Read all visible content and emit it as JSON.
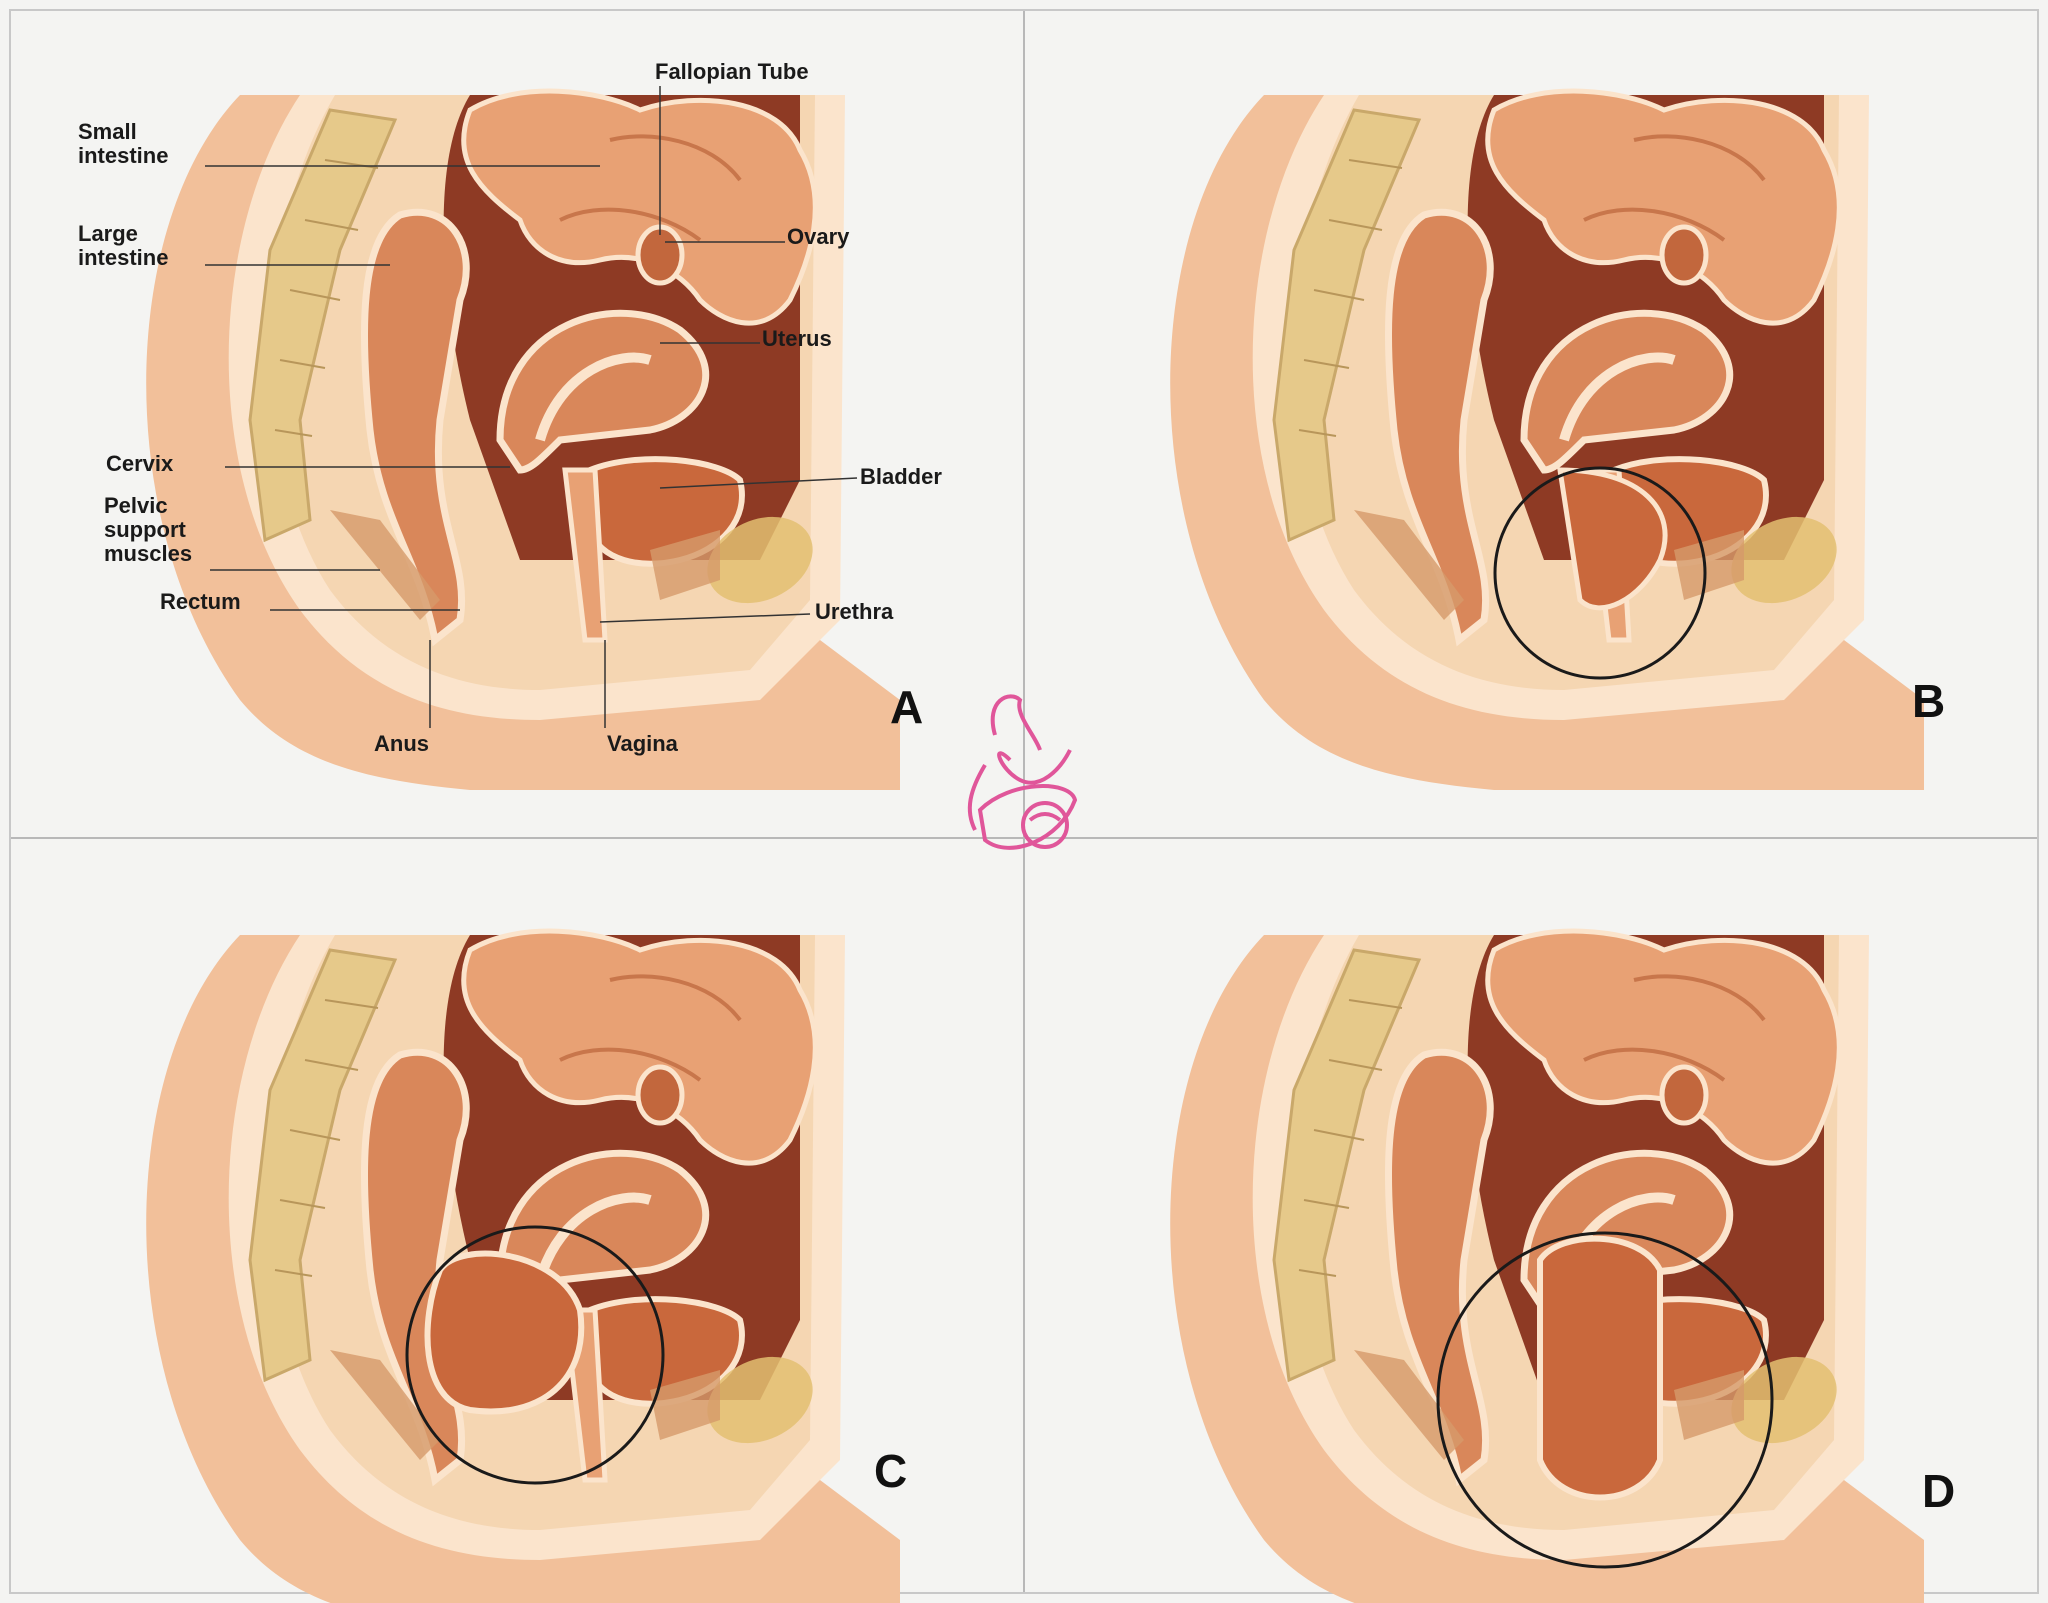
{
  "labels": {
    "small_intestine": [
      "Small",
      "intestine"
    ],
    "large_intestine": [
      "Large",
      "intestine"
    ],
    "cervix": "Cervix",
    "pelvic_support_muscles": [
      "Pelvic",
      "support",
      "muscles"
    ],
    "rectum": "Rectum",
    "anus": "Anus",
    "vagina": "Vagina",
    "fallopian_tube": "Fallopian Tube",
    "ovary": "Ovary",
    "uterus": "Uterus",
    "bladder": "Bladder",
    "urethra": "Urethra"
  },
  "panels": [
    "A",
    "B",
    "C",
    "D"
  ],
  "colors": {
    "background": "#f4f4f2",
    "skin": "#f2c09a",
    "organ": "#d9875a",
    "organ_dark": "#a9532e",
    "cavity": "#8e3a24",
    "outline": "#fbe4cc",
    "spine": "#e6c98a",
    "accent_pink": "#e0569a"
  },
  "icons": {
    "logo": "mother-baby-logo"
  }
}
